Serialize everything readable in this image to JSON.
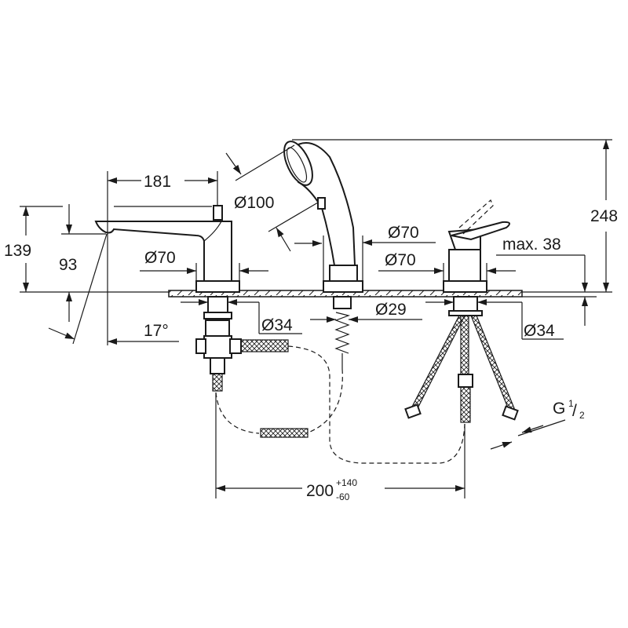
{
  "drawing": {
    "dimensions": {
      "spout_reach": "181",
      "handshower_diameter": "Ø100",
      "total_height_left": "139",
      "spout_height": "93",
      "angle": "17°",
      "spout_base_diameter": "Ø70",
      "handshower_base_diameter": "Ø70",
      "mixer_base_diameter": "Ø70",
      "deck_thickness": "max. 38",
      "total_height": "248",
      "handshower_hole": "Ø29",
      "spout_hole": "Ø34",
      "mixer_hole": "Ø34",
      "thread": "G",
      "thread_num": "1",
      "thread_den": "2",
      "spacing": "200",
      "spacing_plus": "+140",
      "spacing_minus": "-60"
    }
  }
}
